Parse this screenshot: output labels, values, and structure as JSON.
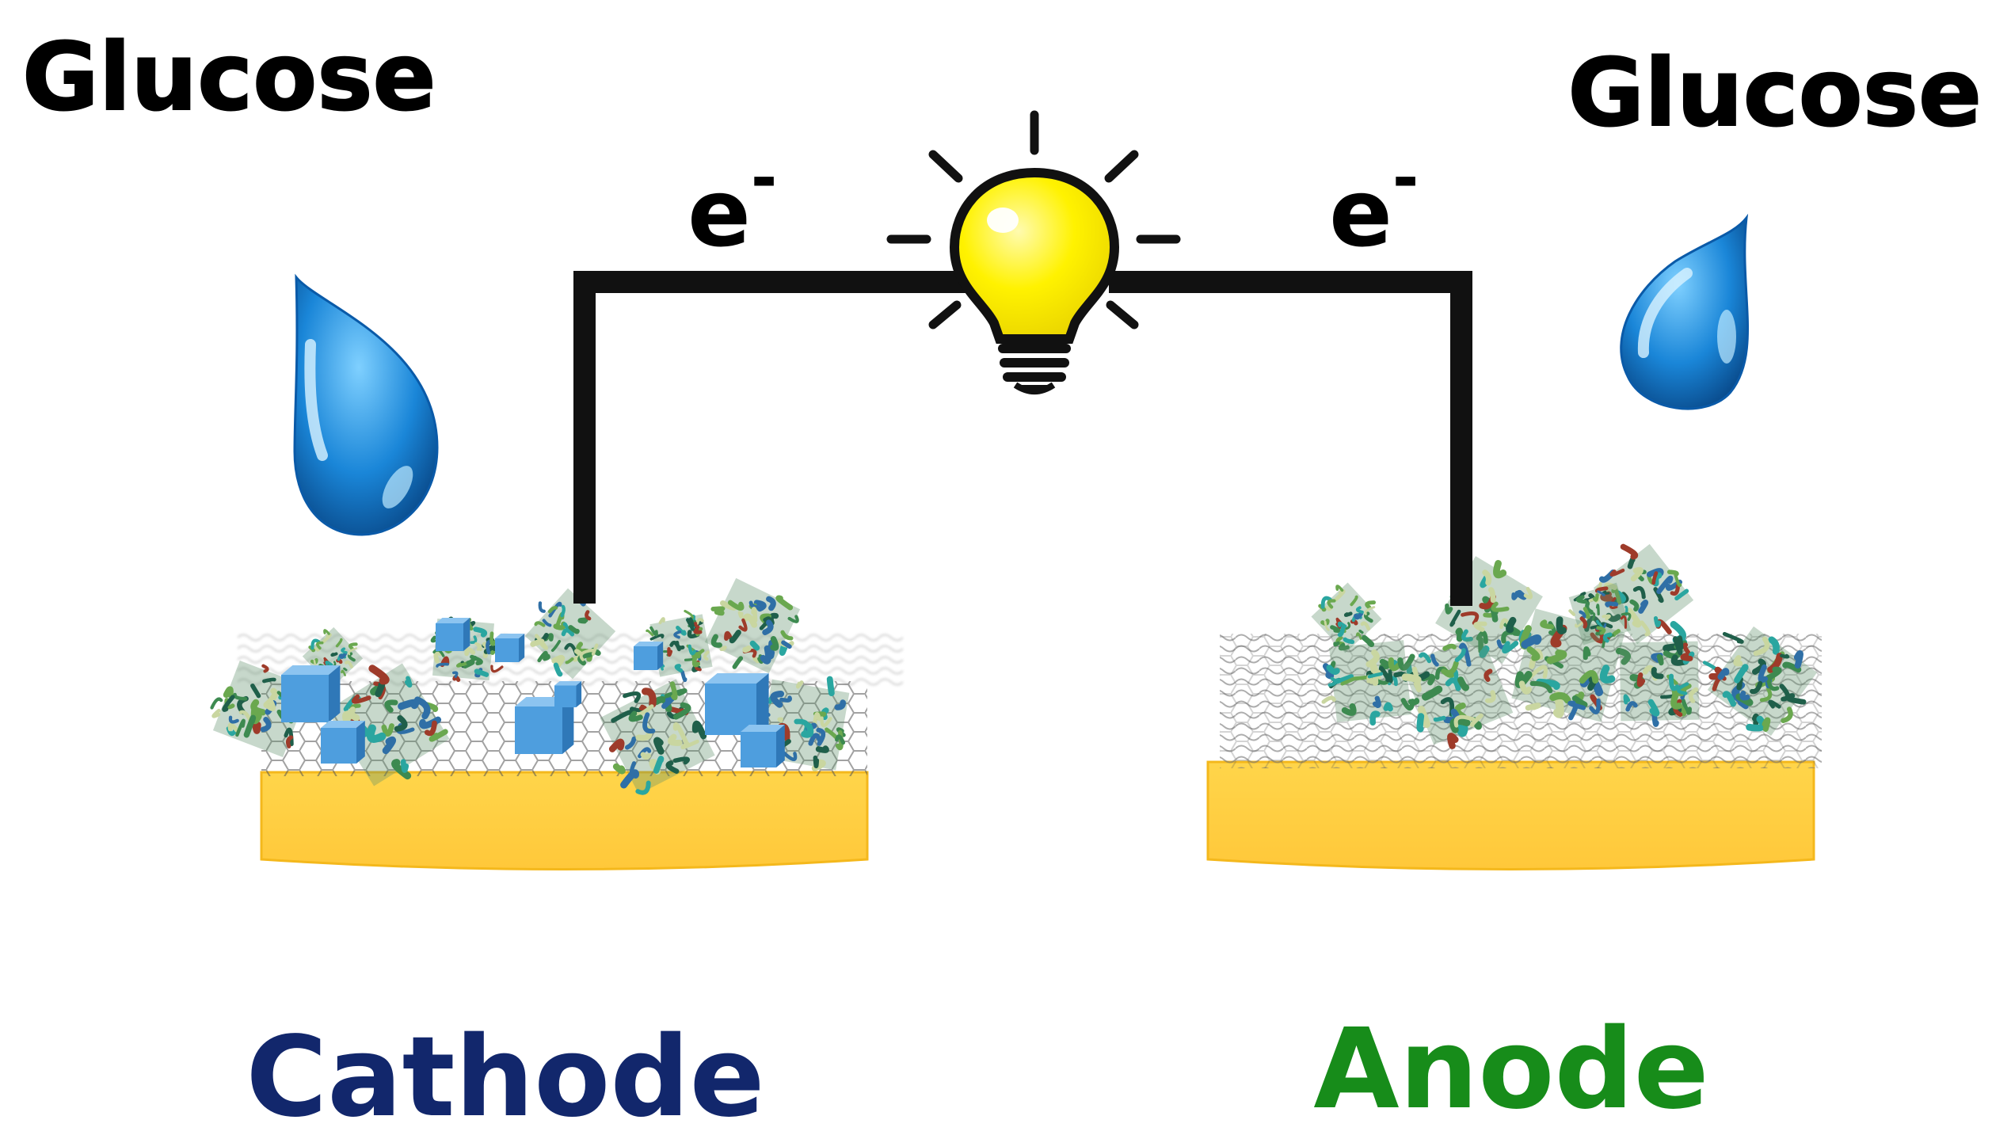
{
  "labels": {
    "glucose_left": "Glucose",
    "glucose_right": "Glucose",
    "electron_left": "e",
    "electron_left_sup": "-",
    "electron_right": "e",
    "electron_right_sup": "-",
    "cathode": "Cathode",
    "anode": "Anode"
  },
  "colors": {
    "wire": "#111111",
    "bulb": "#ffef00",
    "bulb_base": "#111111",
    "electrode_gold": "#ffce3f",
    "electrode_gold_edge": "#f4b81c",
    "droplet": "#1a86d8",
    "cathode_label": "#12276c",
    "anode_label": "#178c1a",
    "cube": "#4e9ede",
    "enzyme_green": "#3d8a50",
    "enzyme_teal": "#2aa6a0",
    "graphene": "#8d8d8d"
  },
  "icons": {
    "bulb": "light-bulb-icon",
    "droplet_left": "water-droplet-icon",
    "droplet_right": "water-droplet-icon"
  }
}
